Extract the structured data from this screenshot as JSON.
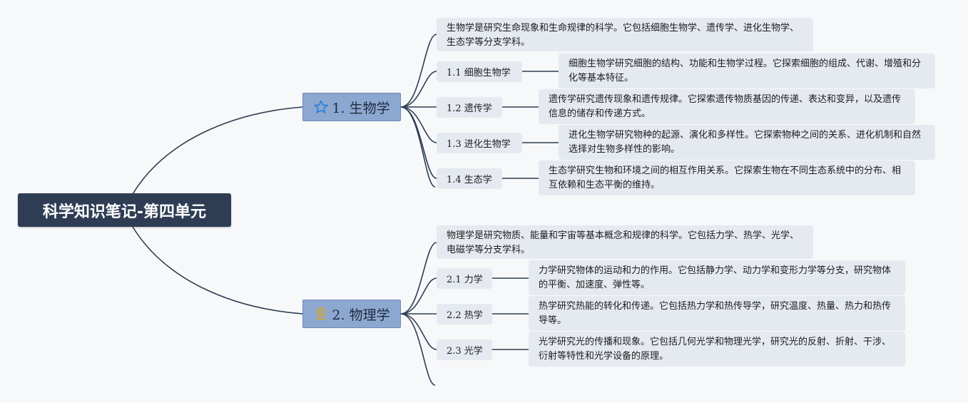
{
  "root": {
    "title": "科学知识笔记-第四单元"
  },
  "branches": [
    {
      "title": "1. 生物学",
      "icon": "star-icon",
      "summary": "生物学是研究生命现象和生命规律的科学。它包括细胞生物学、遗传学、进化生物学、生态学等分支学科。",
      "children": [
        {
          "label": "1.1 细胞生物学",
          "desc": "细胞生物学研究细胞的结构、功能和生物学过程。它探索细胞的组成、代谢、增殖和分化等基本特征。"
        },
        {
          "label": "1.2 遗传学",
          "desc": "遗传学研究遗传现象和遗传规律。它探索遗传物质基因的传递、表达和变异，以及遗传信息的储存和传递方式。"
        },
        {
          "label": "1.3 进化生物学",
          "desc": "进化生物学研究物种的起源、演化和多样性。它探索物种之间的关系、进化机制和自然选择对生物多样性的影响。"
        },
        {
          "label": "1.4 生态学",
          "desc": "生态学研究生物和环境之间的相互作用关系。它探索生物在不同生态系统中的分布、相互依赖和生态平衡的维持。"
        }
      ]
    },
    {
      "title": "2. 物理学",
      "icon": "award-ribbon-icon",
      "summary": "物理学是研究物质、能量和宇宙等基本概念和规律的科学。它包括力学、热学、光学、电磁学等分支学科。",
      "children": [
        {
          "label": "2.1 力学",
          "desc": "力学研究物体的运动和力的作用。它包括静力学、动力学和变形力学等分支，研究物体的平衡、加速度、弹性等。"
        },
        {
          "label": "2.2 热学",
          "desc": "热学研究热能的转化和传递。它包括热力学和热传导学，研究温度、热量、热力和热传导等。"
        },
        {
          "label": "2.3 光学",
          "desc": "光学研究光的传播和现象。它包括几何光学和物理光学，研究光的反射、折射、干涉、衍射等特性和光学设备的原理。"
        }
      ]
    }
  ],
  "colors": {
    "root_bg": "#2e3d54",
    "main_bg": "#8da8d0",
    "leaf_bg": "#e5eaf1",
    "connector": "#2e3d54",
    "star_icon": "#2f7fd6",
    "award_icon": "#d4a72c"
  }
}
